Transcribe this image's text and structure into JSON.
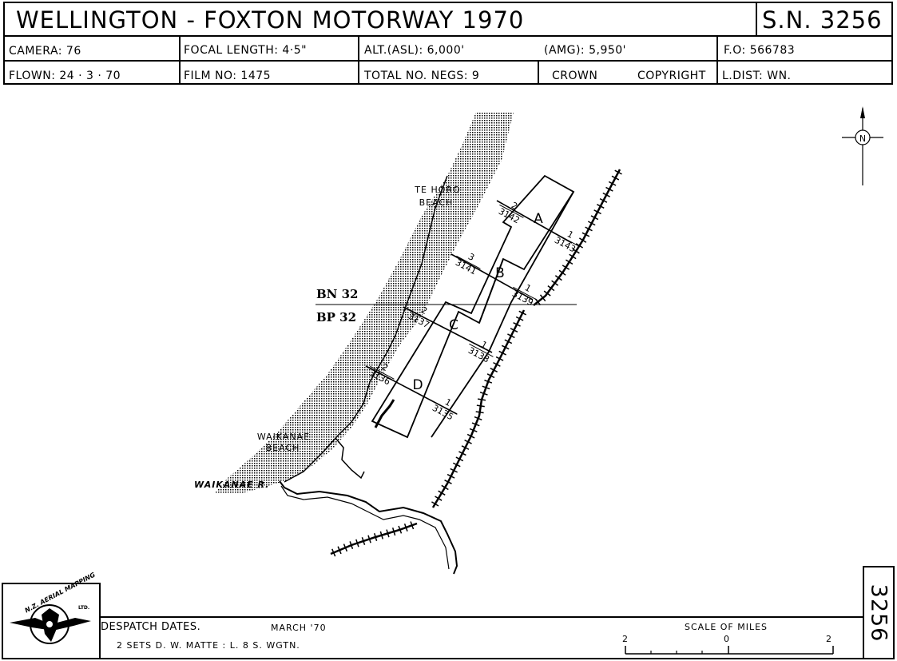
{
  "header": {
    "title": "WELLINGTON - FOXTON  MOTORWAY  1970",
    "sheet_number": "S.N. 3256",
    "camera": "CAMERA:  76",
    "focal_length": "FOCAL  LENGTH: 4·5\"",
    "altitude_asl": "ALT.(ASL): 6,000'",
    "altitude_amg": "(AMG): 5,950'",
    "fo": "F.O:  566783",
    "flown": "FLOWN:  24 · 3 · 70",
    "film_no": "FILM  NO:  1475",
    "total_negs": "TOTAL  NO.  NEGS:  9",
    "crown": "CROWN",
    "copyright": "COPYRIGHT",
    "l_dist": "L.DIST:  WN."
  },
  "map": {
    "north_label": "N",
    "place_labels": {
      "te_horo_1": "TE  HORO",
      "te_horo_2": "BEACH",
      "waikanae_1": "WAIKANAE",
      "waikanae_2": "BEACH",
      "river": "WAIKANAE  R."
    },
    "grid_labels": {
      "north": "BN 32",
      "south": "BP 32"
    },
    "runs": [
      {
        "letter": "A",
        "left_run": "2",
        "left_neg": "3142",
        "right_run": "1",
        "right_neg": "3143"
      },
      {
        "letter": "B",
        "left_run": "3",
        "left_neg": "3141",
        "right_run": "1",
        "right_neg": "3139"
      },
      {
        "letter": "C",
        "left_run": "2",
        "left_neg": "3137",
        "right_run": "1",
        "right_neg": "3138"
      },
      {
        "letter": "D",
        "left_run": "2",
        "left_neg": "3136",
        "right_run": "1",
        "right_neg": "3135"
      }
    ]
  },
  "footer": {
    "despatch_label": "DESPATCH  DATES.",
    "despatch_date": "MARCH  '70",
    "sets_line": "2   SETS     D. W.     MATTE :  L. 8  S.  WGTN.",
    "scale_title": "SCALE  OF  MILES",
    "scale_left": "2",
    "scale_mid": "0",
    "scale_right": "2",
    "sheet_number_vertical": "3256"
  },
  "logo": {
    "text_top": "N.Z. AERIAL MAPPING",
    "text_ltd": "LTD."
  }
}
